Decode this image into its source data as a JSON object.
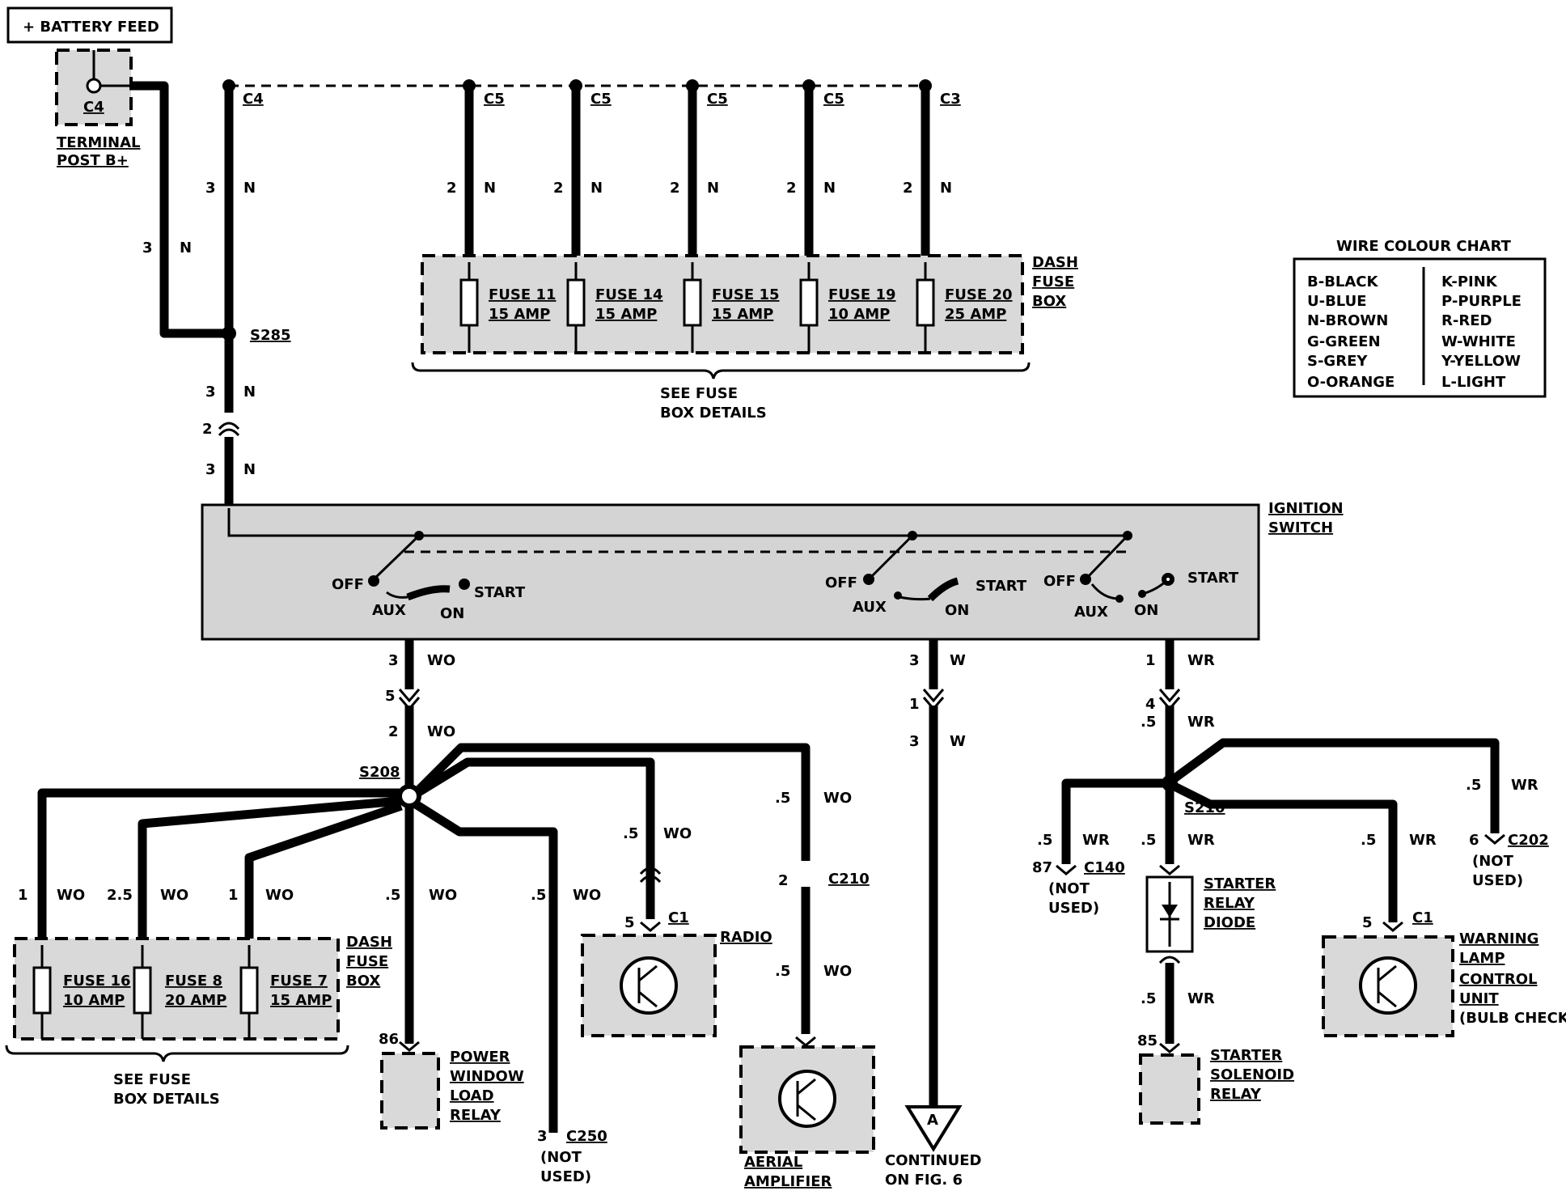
{
  "header": {
    "battery_feed": "+ BATTERY FEED"
  },
  "terminal": {
    "connector": "C4",
    "label_1": "TERMINAL",
    "label_2": "POST B+"
  },
  "top_connectors": {
    "c4": "C4",
    "c5": "C5",
    "c3": "C3"
  },
  "wire_labels": {
    "three": "3",
    "two": "2",
    "one": "1",
    "four": "4",
    "five": "5",
    "six": "6",
    "half": ".5",
    "two_half": "2.5",
    "n": "N",
    "wo": "WO",
    "w": "W",
    "wr": "WR",
    "eighty_six": "86",
    "eighty_five": "85",
    "eighty_seven": "87"
  },
  "dash_fuse_box_top": {
    "label_1": "DASH",
    "label_2": "FUSE",
    "label_3": "BOX",
    "see_1": "SEE FUSE",
    "see_2": "BOX DETAILS",
    "fuses": [
      {
        "name": "FUSE 11",
        "rating": "15 AMP"
      },
      {
        "name": "FUSE 14",
        "rating": "15 AMP"
      },
      {
        "name": "FUSE 15",
        "rating": "15 AMP"
      },
      {
        "name": "FUSE 19",
        "rating": "10 AMP"
      },
      {
        "name": "FUSE 20",
        "rating": "25 AMP"
      }
    ]
  },
  "splices": {
    "s285": "S285",
    "s208": "S208",
    "s210": "S210"
  },
  "ignition_switch": {
    "label_1": "IGNITION",
    "label_2": "SWITCH",
    "off": "OFF",
    "aux": "AUX",
    "on": "ON",
    "start": "START"
  },
  "dash_fuse_box_bottom": {
    "label_1": "DASH",
    "label_2": "FUSE",
    "label_3": "BOX",
    "see_1": "SEE FUSE",
    "see_2": "BOX DETAILS",
    "fuses": [
      {
        "name": "FUSE 16",
        "rating": "10 AMP"
      },
      {
        "name": "FUSE 8",
        "rating": "20 AMP"
      },
      {
        "name": "FUSE 7",
        "rating": "15 AMP"
      }
    ]
  },
  "components": {
    "power_window": [
      "POWER",
      "WINDOW",
      "LOAD",
      "RELAY"
    ],
    "radio": "RADIO",
    "c1": "C1",
    "c250": "C250",
    "not_used_1": "(NOT",
    "not_used_2": "USED)",
    "c210": "C210",
    "aerial": [
      "AERIAL",
      "AMPLIFIER"
    ],
    "continued_1": "CONTINUED",
    "continued_2": "ON FIG. 6",
    "arrow_letter": "A",
    "c140": "C140",
    "starter_diode": [
      "STARTER",
      "RELAY",
      "DIODE"
    ],
    "starter_solenoid": [
      "STARTER",
      "SOLENOID",
      "RELAY"
    ],
    "c202": "C202",
    "warning_lamp": [
      "WARNING",
      "LAMP",
      "CONTROL",
      "UNIT",
      "(BULB CHECK)"
    ]
  },
  "wire_colour_chart": {
    "title": "WIRE COLOUR CHART",
    "left": [
      "B-BLACK",
      "U-BLUE",
      "N-BROWN",
      "G-GREEN",
      "S-GREY",
      "O-ORANGE"
    ],
    "right": [
      "K-PINK",
      "P-PURPLE",
      "R-RED",
      "W-WHITE",
      "Y-YELLOW",
      "L-LIGHT"
    ]
  }
}
